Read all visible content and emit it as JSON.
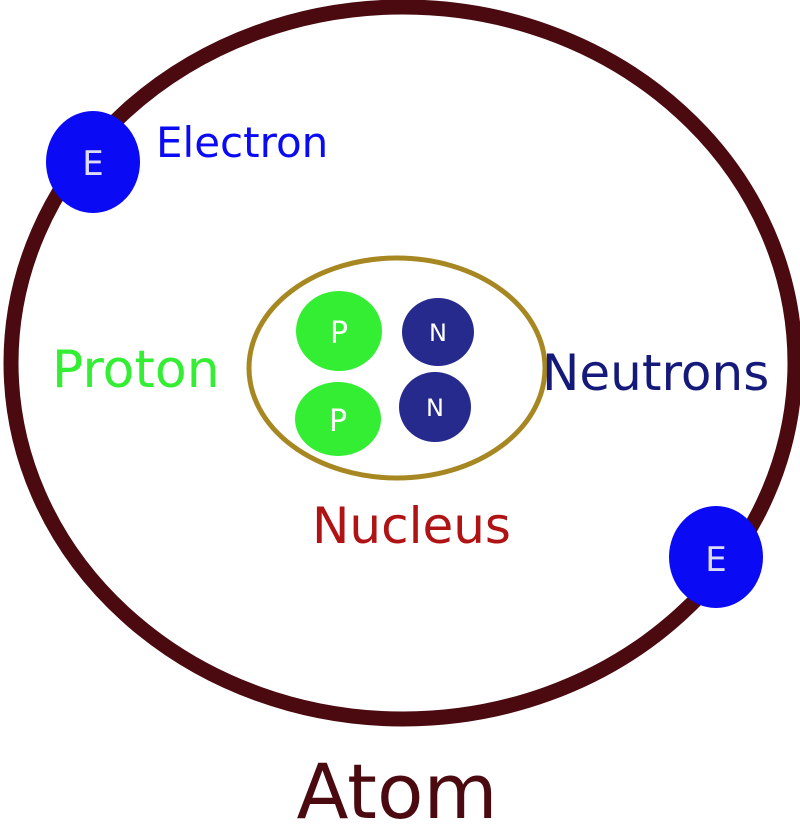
{
  "labels": {
    "electron": "Electron",
    "proton": "Proton",
    "neutrons": "Neutrons",
    "nucleus": "Nucleus",
    "title": "Atom"
  },
  "particles": {
    "electron_letter": "E",
    "proton_letter": "P",
    "neutron_letter": "N"
  },
  "colors": {
    "orbit": "#4a0a0f",
    "nucleus_outline": "#a78722",
    "electron": "#0a0af5",
    "proton": "#33ee33",
    "neutron": "#262a8c",
    "electron_label": "#0a0af5",
    "proton_label": "#33ee33",
    "neutrons_label": "#151a7a",
    "nucleus_label": "#b01313",
    "title_label": "#4a0a0f"
  }
}
